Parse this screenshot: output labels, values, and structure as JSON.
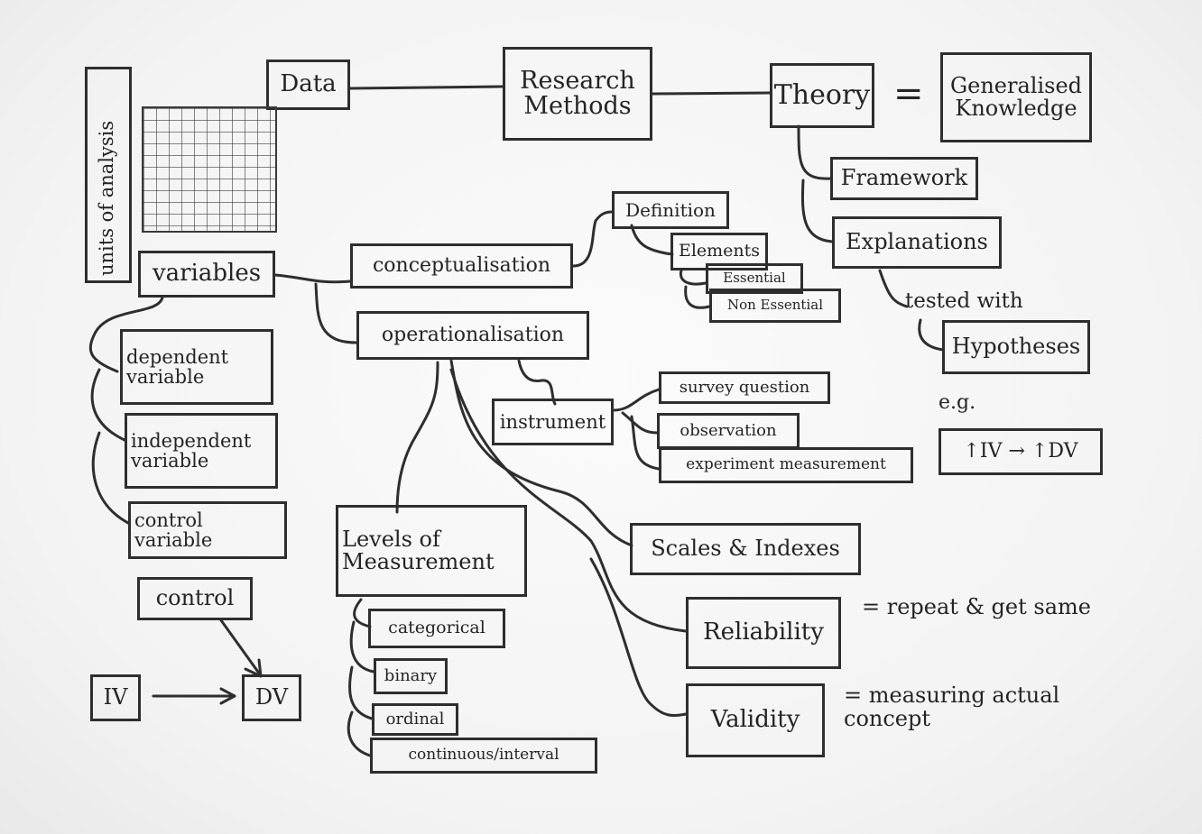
{
  "diagram": {
    "research_methods": "Research\nMethods",
    "data": "Data",
    "theory": "Theory",
    "equals_theory": "=",
    "generalised_knowledge": "Generalised\nKnowledge",
    "framework": "Framework",
    "explanations": "Explanations",
    "tested_with": "tested with",
    "hypotheses": "Hypotheses",
    "eg": "e.g.",
    "hypothesis_example": "↑IV → ↑DV",
    "units_of_analysis": "units of analysis",
    "variables": "variables",
    "dependent_variable": "dependent\n      variable",
    "independent_variable": "independent\n      variable",
    "control_variable": "control\n      variable",
    "control": "control",
    "iv": "IV",
    "dv": "DV",
    "iv_arrow": "⟶",
    "conceptualisation": "conceptualisation",
    "operationalisation": "operationalisation",
    "definition": "Definition",
    "elements": "Elements",
    "essential": "Essential",
    "non_essential": "Non Essential",
    "instrument": "instrument",
    "survey_question": "survey question",
    "observation": "observation",
    "experiment_measurement": "experiment measurement",
    "levels_of_measurement": "Levels of\n   Measurement",
    "categorical": "categorical",
    "binary": "binary",
    "ordinal": "ordinal",
    "continuous_interval": "continuous/interval",
    "scales_indexes": "Scales & Indexes",
    "reliability": "Reliability",
    "reliability_def": "= repeat & get same",
    "validity": "Validity",
    "validity_def": "= measuring actual\n              concept"
  },
  "colors": {
    "ink": "#2e2e2e",
    "paper": "#f6f6f6"
  }
}
